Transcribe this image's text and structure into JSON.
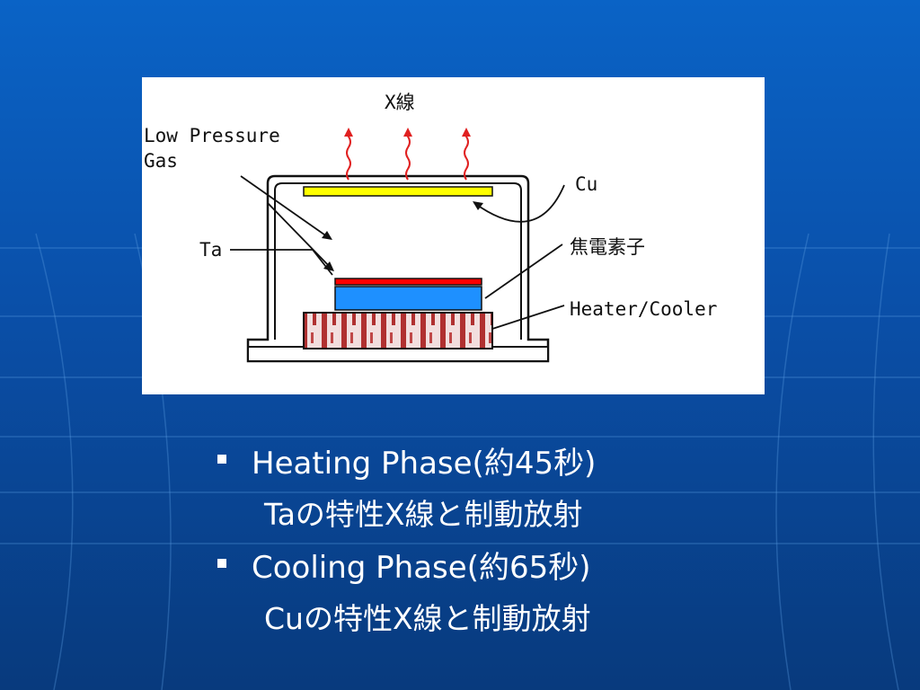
{
  "diagram": {
    "labels": {
      "xray": "X線",
      "gas_line1": "Low Pressure",
      "gas_line2": "Gas",
      "cu": "Cu",
      "ta": "Ta",
      "pyro": "焦電素子",
      "heater": "Heater/Cooler"
    },
    "colors": {
      "cu_layer": "#ffff00",
      "ta_layer": "#ff0000",
      "crystal": "#1e90ff",
      "xray_arrow": "#e02020",
      "heater_pattern": "#b03030"
    }
  },
  "bullets": [
    {
      "title": "Heating Phase(約45秒)",
      "detail": "Taの特性X線と制動放射"
    },
    {
      "title": "Cooling Phase(約65秒)",
      "detail": "Cuの特性X線と制動放射"
    }
  ],
  "theme": {
    "background": "#0a4fa8",
    "text": "#ffffff"
  }
}
